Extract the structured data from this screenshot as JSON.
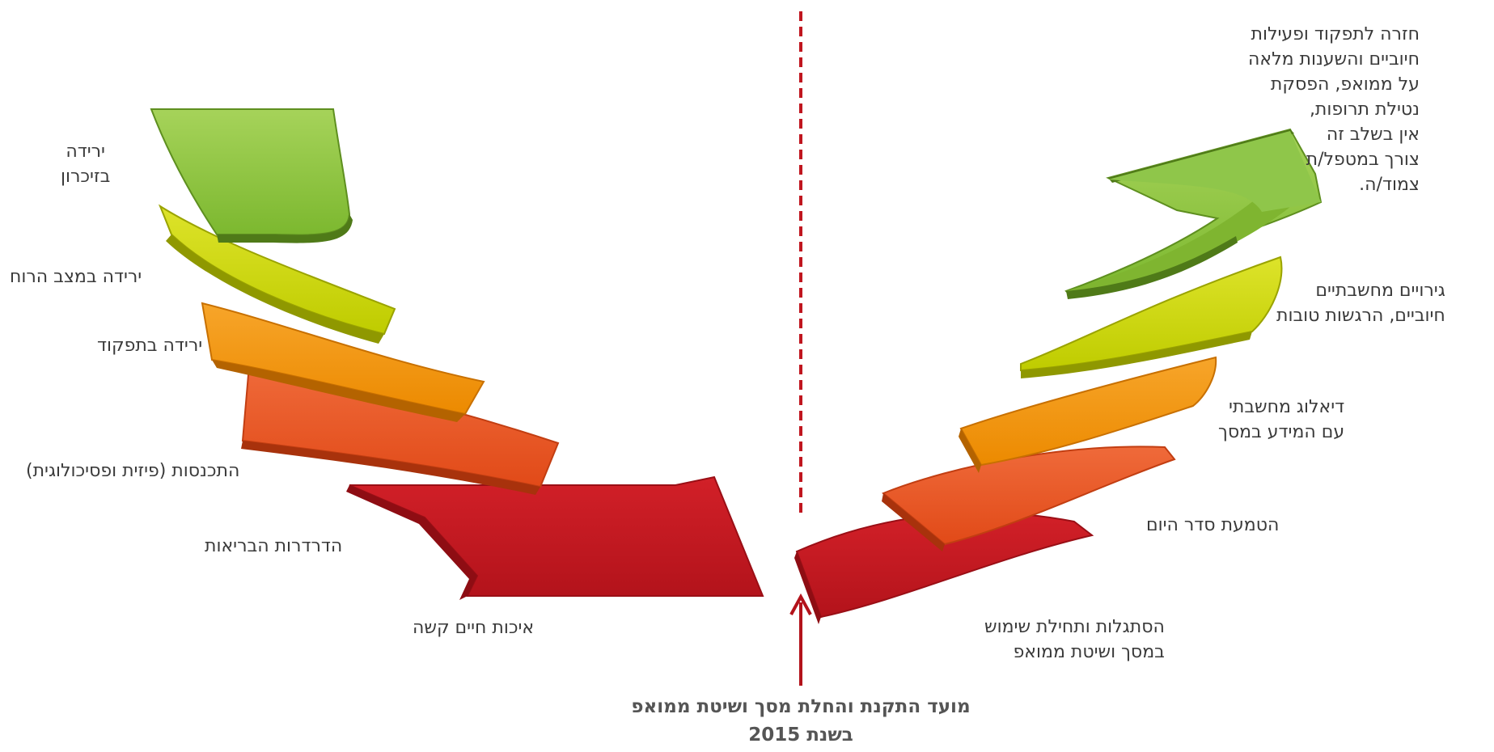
{
  "colors": {
    "green": "#8cc63f",
    "yellow_green": "#c8d400",
    "orange": "#f39200",
    "red_orange": "#e9501a",
    "red": "#c0161f",
    "divider": "#c0161f",
    "text": "#3a3a3a",
    "caption": "#555555"
  },
  "left_labels": [
    {
      "lines": [
        "ירידה",
        "בזיכרון"
      ]
    },
    {
      "lines": [
        "ירידה במצב הרוח"
      ]
    },
    {
      "lines": [
        "ירידה בתפקוד"
      ]
    },
    {
      "lines": [
        "התכנסות (פיזית ופסיכולוגית)"
      ]
    },
    {
      "lines": [
        "הדרדרות הבריאות"
      ]
    },
    {
      "lines": [
        "איכות חיים קשה"
      ]
    }
  ],
  "right_labels": [
    {
      "lines": [
        "חזרה לתפקוד ופעילות",
        "חיוביים והשענות מלאה",
        "על ממואפ, הפסקת",
        "נטילת תרופות,",
        "אין בשלב זה",
        "צורך במטפל/ת",
        "צמוד/ה."
      ]
    },
    {
      "lines": [
        "גירויים מחשבתיים",
        "חיוביים, הרגשות טובות"
      ]
    },
    {
      "lines": [
        "דיאלוג מחשבתי",
        "עם המידע במסך"
      ]
    },
    {
      "lines": [
        "הטמעת סדר היום"
      ]
    },
    {
      "lines": [
        "הסתגלות ותחילת שימוש",
        "במסך ושיטת ממואפ"
      ]
    }
  ],
  "caption": {
    "lines": [
      "מועד התקנת והחלת מסך ושיטת ממואפ",
      "בשנת 2015"
    ]
  }
}
